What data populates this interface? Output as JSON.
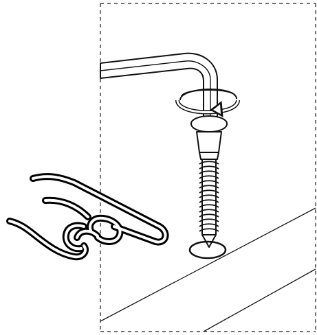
{
  "figure": {
    "kind": "assembly-instruction",
    "background_color": "#ffffff",
    "ink_color": "#000000",
    "line_color": "#1a1a1a",
    "parts": [
      {
        "name": "allen-key",
        "icon": "hex-key-icon"
      },
      {
        "name": "screw",
        "icon": "screw-icon"
      },
      {
        "name": "rotation-arrow",
        "icon": "clockwise-arrow-icon",
        "direction": "clockwise"
      },
      {
        "name": "pointing-hand",
        "icon": "pointing-hand-icon"
      },
      {
        "name": "panel",
        "icon": "panel-outline",
        "style": "dashed"
      },
      {
        "name": "board",
        "icon": "board-outline"
      },
      {
        "name": "hole-marker",
        "icon": "circle-icon"
      }
    ]
  }
}
